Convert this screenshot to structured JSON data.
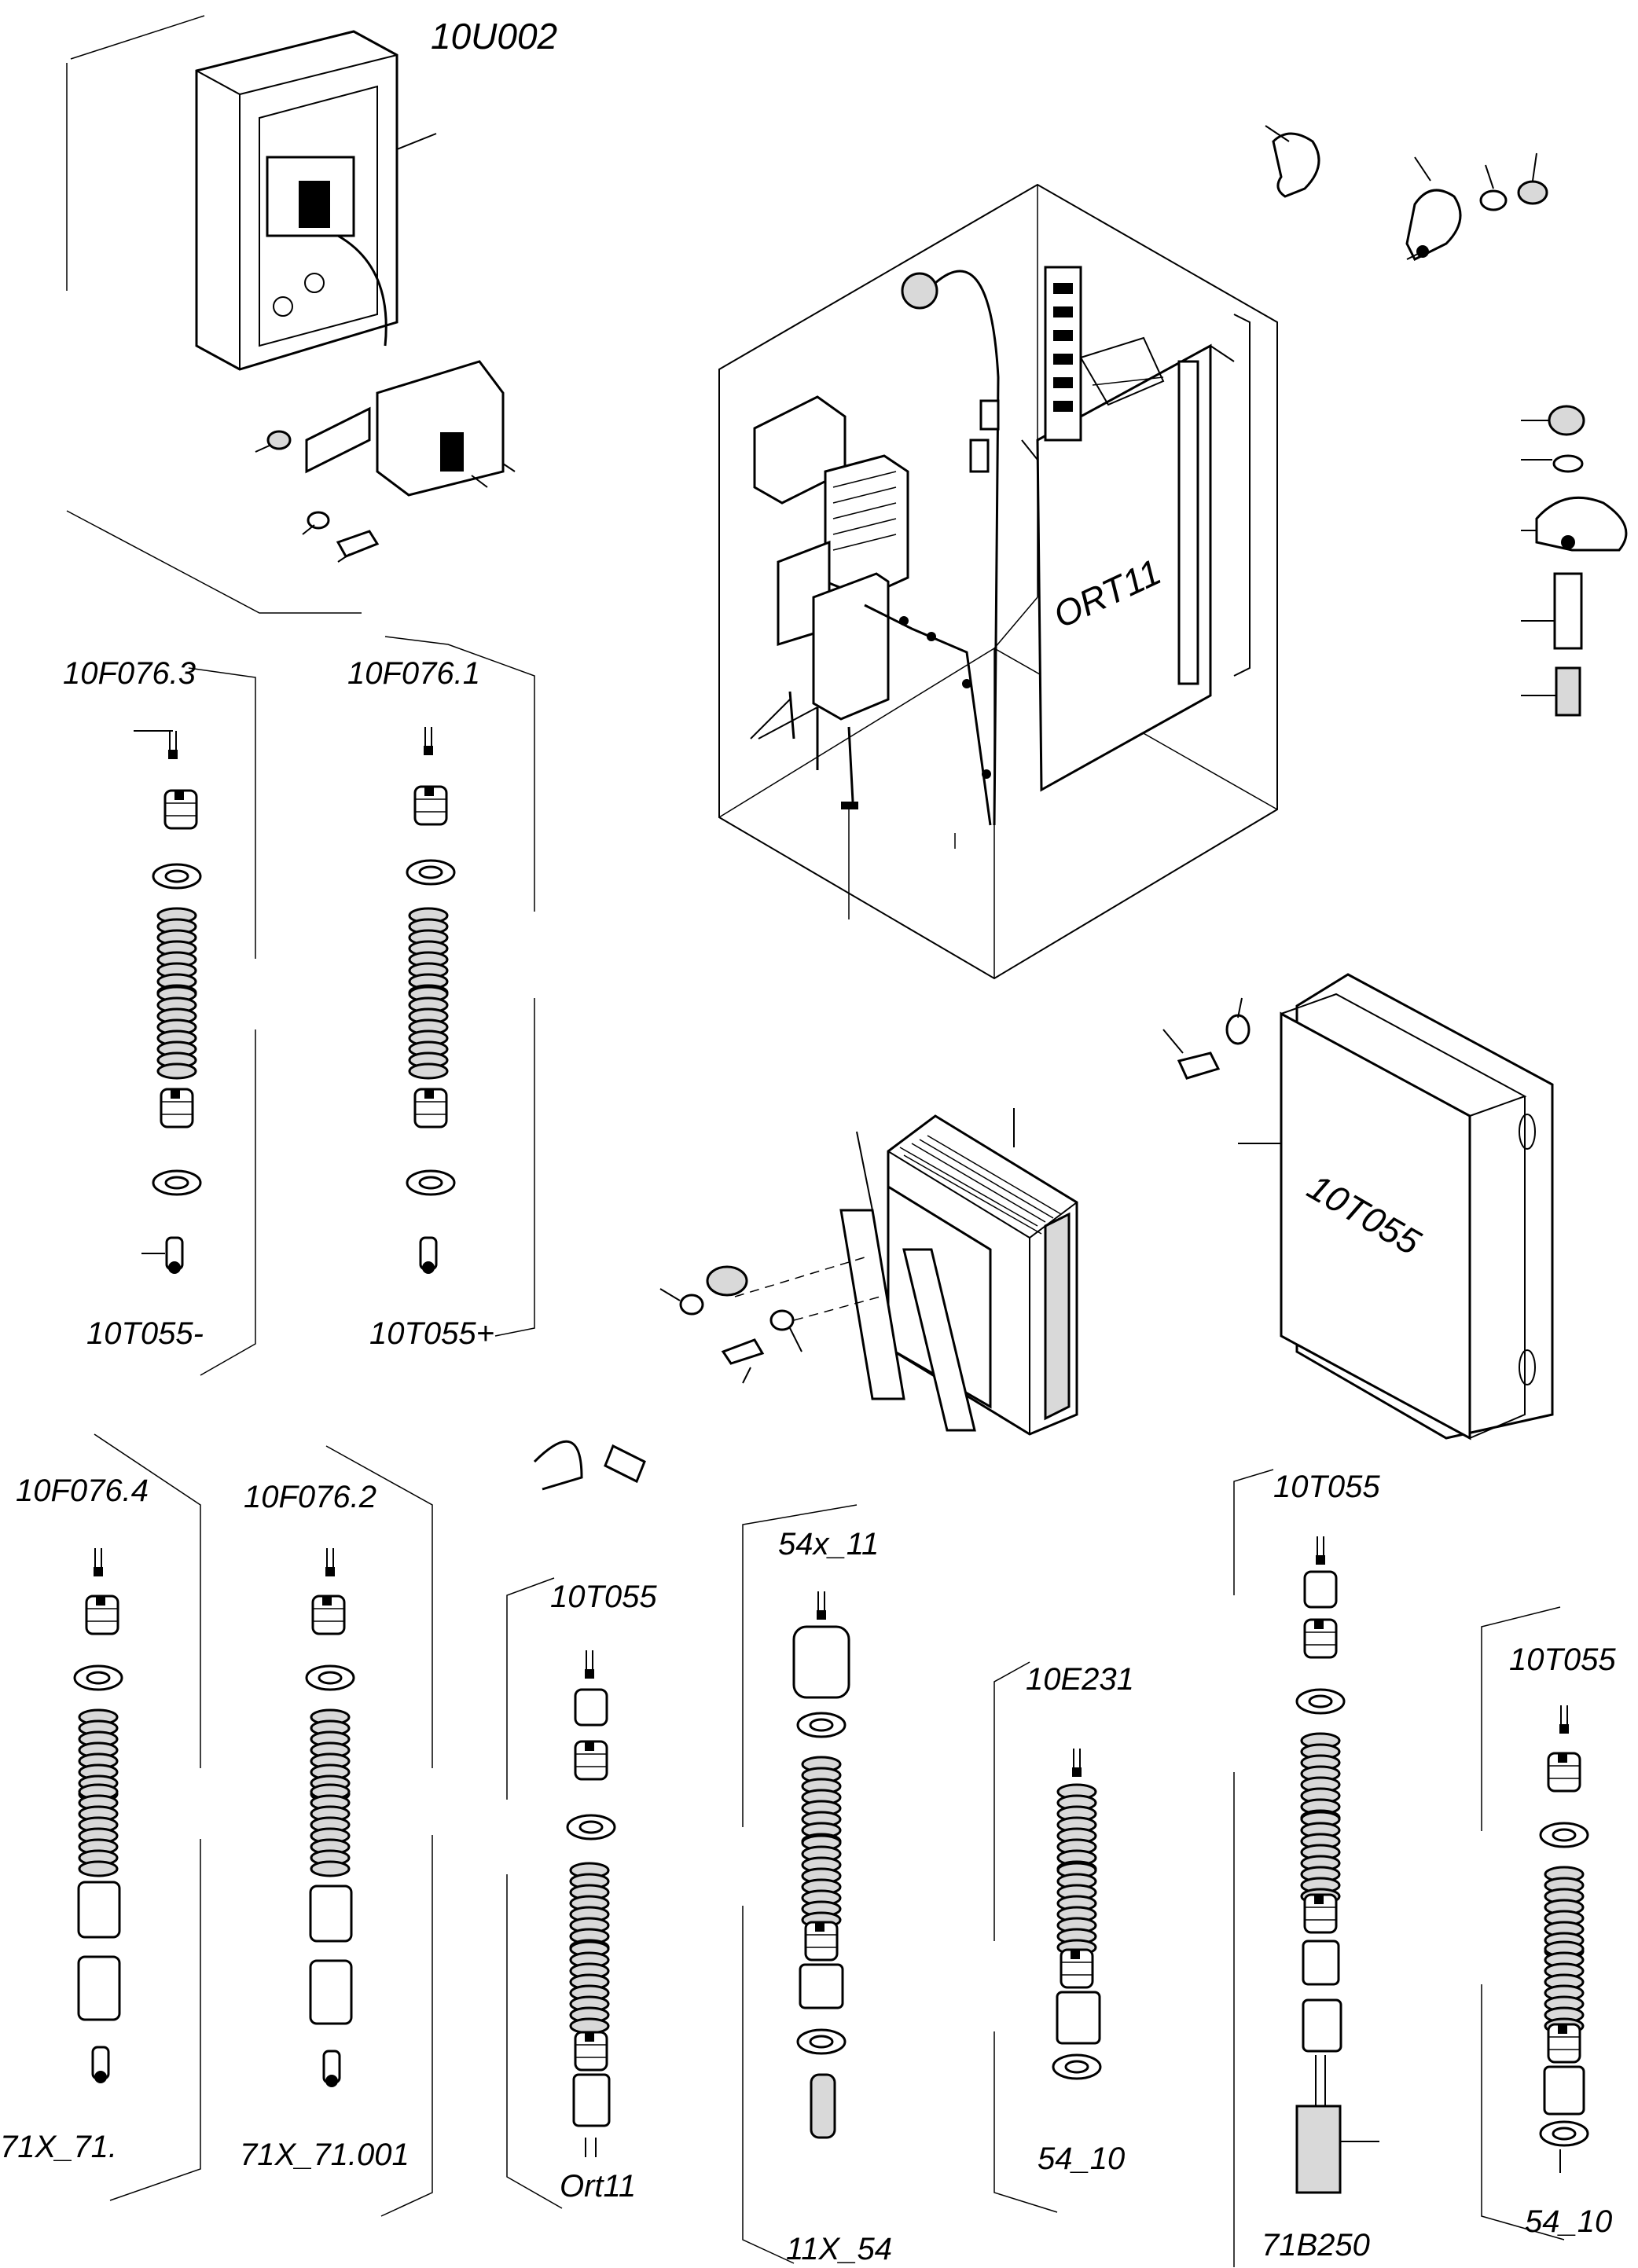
{
  "title": "",
  "labels": {
    "main_switch": "10U002",
    "fuse_3": "10F076.3",
    "fuse_1": "10F076.1",
    "minus": "10T055-",
    "plus": "10T055+",
    "fuse_4": "10F076.4",
    "fuse_2": "10F076.2",
    "x71": "71X_71.",
    "x71_001": "71X_71.001",
    "t055_a": "10T055",
    "ort11_small": "Ort11",
    "x54_11": "54x_11",
    "x11_54": "11X_54",
    "e231": "10E231",
    "s54_10_a": "54_10",
    "t055_b": "10T055",
    "b250": "71B250",
    "t055_c": "10T055",
    "s54_10_b": "54_10",
    "cabinet": "ORT11",
    "transformer": "10T055"
  }
}
